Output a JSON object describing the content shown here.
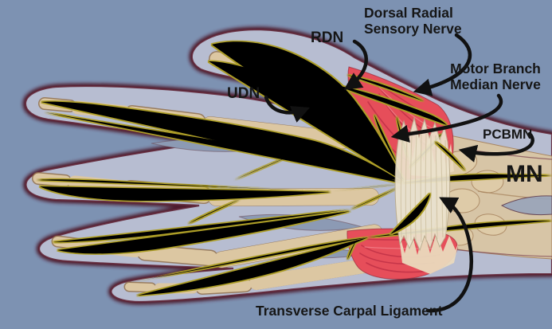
{
  "figure": {
    "type": "anatomical-illustration",
    "subject": "Palmar view of hand showing median nerve branches at the carpal tunnel",
    "colors": {
      "background": "#7d92b2",
      "hand_fill": "#b7bdd1",
      "outline": "#4e1b2d",
      "bone": "#dcc7a2",
      "muscle": "#e64e5a",
      "ligament": "#ece3cd",
      "nerve": "#ffe70d",
      "label_text": "#161616",
      "arrow": "#111111"
    }
  },
  "labels": {
    "dorsal_radial_line1": "Dorsal Radial",
    "dorsal_radial_line2": "Sensory Nerve",
    "rdn": "RDN",
    "udn": "UDN",
    "motor_branch_line1": "Motor Branch",
    "motor_branch_line2": "Median Nerve",
    "pcbmn": "PCBMN",
    "mn": "MN",
    "transverse_carpal_ligament": "Transverse Carpal Ligament"
  }
}
